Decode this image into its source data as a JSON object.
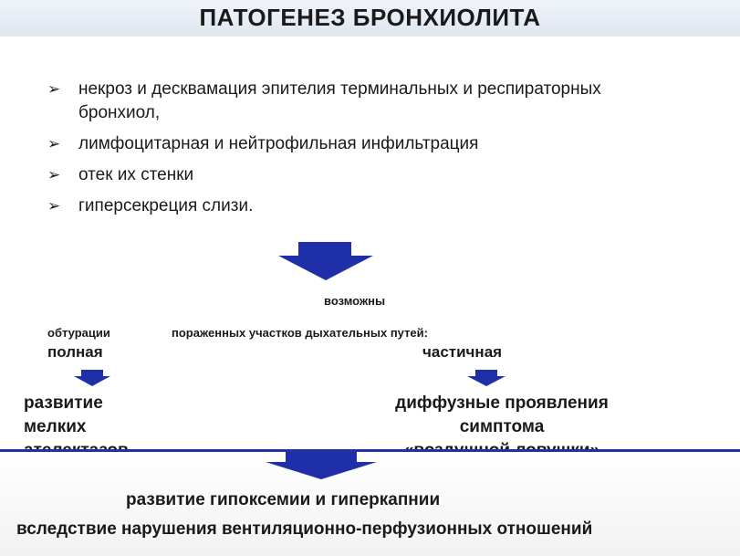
{
  "title": "ПАТОГЕНЕЗ БРОНХИОЛИТА",
  "bullets": [
    {
      "line1": "некроз и десквамация эпителия терминальных и  респираторных",
      "line2": "бронхиол,"
    },
    {
      "line1": "лимфоцитарная и нейтрофильная инфильтрация"
    },
    {
      "line1": "отек их стенки"
    },
    {
      "line1": "гиперсекреция слизи."
    }
  ],
  "bullet_marker": "➢",
  "flow": {
    "possible": "возможны",
    "obturation": "обтурации",
    "affected": "пораженных участков дыхательных путей:",
    "full": "полная",
    "partial": "частичная",
    "left_result": [
      "развитие",
      "мелких",
      "ателектазов"
    ],
    "right_result": [
      "диффузные проявления",
      "симптома",
      "«воздушной ловушки»"
    ],
    "final_line1": "развитие гипоксемии и гиперкапнии",
    "final_line2": "вследствие нарушения вентиляционно-перфузионных отношений"
  },
  "colors": {
    "arrow": "#1f2fa8",
    "divider": "#2233a0"
  }
}
